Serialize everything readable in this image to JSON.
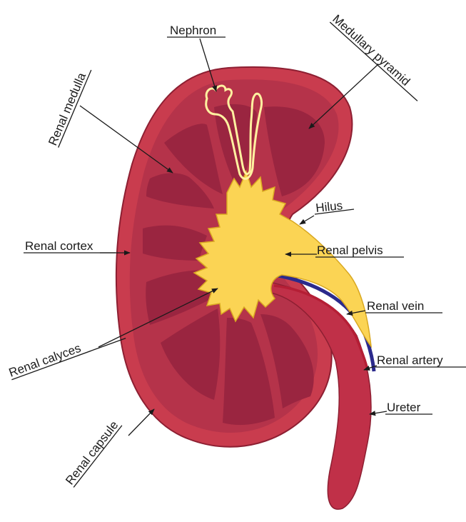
{
  "labels": {
    "nephron": "Nephron",
    "medullary_pyramid": "Medullary pyramid",
    "renal_medulla": "Renal medulla",
    "hilus": "Hilus",
    "renal_cortex": "Renal cortex",
    "renal_pelvis": "Renal pelvis",
    "renal_vein": "Renal vein",
    "renal_calyces": "Renal calyces",
    "renal_artery": "Renal artery",
    "ureter": "Ureter",
    "renal_capsule": "Renal capsule"
  },
  "colors": {
    "capsule": "#c93c4e",
    "cortex": "#b5334a",
    "pyramid": "#9a2540",
    "pelvis": "#fbd454",
    "pelvis_edge": "#d9a821",
    "vein": "#2b2a8c",
    "artery": "#b51e35",
    "ureter": "#c03048",
    "nephron": "#fff1a0"
  }
}
